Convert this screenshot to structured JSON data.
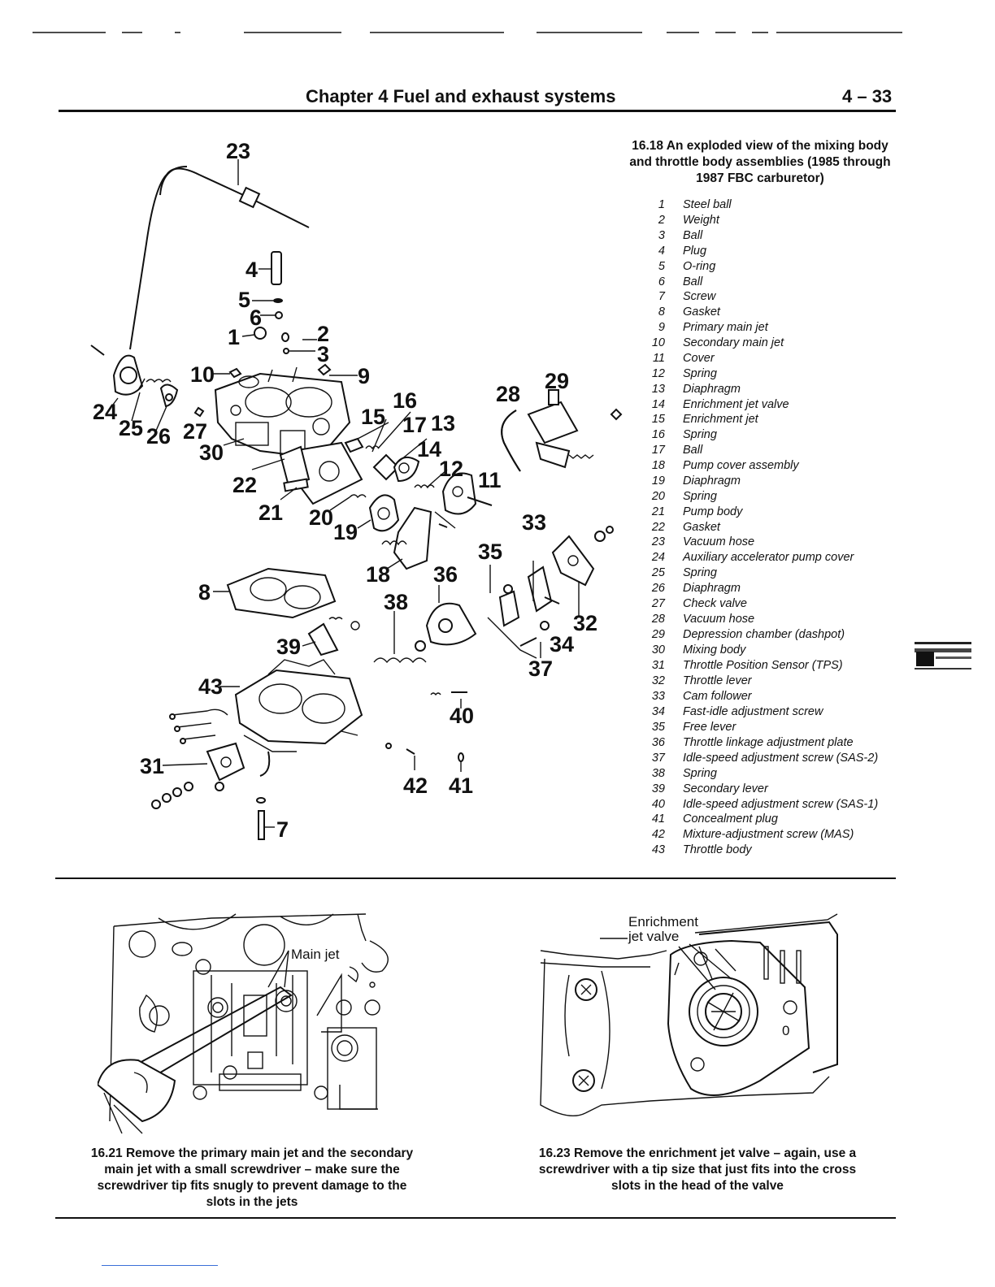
{
  "header": {
    "chapter": "Chapter 4   Fuel and exhaust systems",
    "page": "4 – 33"
  },
  "figure_16_18": {
    "caption_lines": [
      "16.18  An exploded view of the mixing body",
      "and throttle body assemblies (1985 through",
      "1987 FBC carburetor)"
    ],
    "legend": [
      {
        "num": "1",
        "text": "Steel ball"
      },
      {
        "num": "2",
        "text": "Weight"
      },
      {
        "num": "3",
        "text": "Ball"
      },
      {
        "num": "4",
        "text": "Plug"
      },
      {
        "num": "5",
        "text": "O-ring"
      },
      {
        "num": "6",
        "text": "Ball"
      },
      {
        "num": "7",
        "text": "Screw"
      },
      {
        "num": "8",
        "text": "Gasket"
      },
      {
        "num": "9",
        "text": "Primary main jet"
      },
      {
        "num": "10",
        "text": "Secondary main jet"
      },
      {
        "num": "11",
        "text": "Cover"
      },
      {
        "num": "12",
        "text": "Spring"
      },
      {
        "num": "13",
        "text": "Diaphragm"
      },
      {
        "num": "14",
        "text": "Enrichment jet valve"
      },
      {
        "num": "15",
        "text": "Enrichment jet"
      },
      {
        "num": "16",
        "text": "Spring"
      },
      {
        "num": "17",
        "text": "Ball"
      },
      {
        "num": "18",
        "text": "Pump cover assembly"
      },
      {
        "num": "19",
        "text": "Diaphragm"
      },
      {
        "num": "20",
        "text": "Spring"
      },
      {
        "num": "21",
        "text": "Pump body"
      },
      {
        "num": "22",
        "text": "Gasket"
      },
      {
        "num": "23",
        "text": "Vacuum hose"
      },
      {
        "num": "24",
        "text": "Auxiliary accelerator pump cover"
      },
      {
        "num": "25",
        "text": "Spring"
      },
      {
        "num": "26",
        "text": "Diaphragm"
      },
      {
        "num": "27",
        "text": "Check valve"
      },
      {
        "num": "28",
        "text": "Vacuum hose"
      },
      {
        "num": "29",
        "text": "Depression chamber (dashpot)"
      },
      {
        "num": "30",
        "text": "Mixing body"
      },
      {
        "num": "31",
        "text": "Throttle Position Sensor (TPS)"
      },
      {
        "num": "32",
        "text": "Throttle lever"
      },
      {
        "num": "33",
        "text": "Cam follower"
      },
      {
        "num": "34",
        "text": "Fast-idle adjustment screw"
      },
      {
        "num": "35",
        "text": "Free lever"
      },
      {
        "num": "36",
        "text": "Throttle linkage adjustment plate"
      },
      {
        "num": "37",
        "text": "Idle-speed adjustment screw (SAS-2)"
      },
      {
        "num": "38",
        "text": "Spring"
      },
      {
        "num": "39",
        "text": "Secondary lever"
      },
      {
        "num": "40",
        "text": "Idle-speed adjustment screw (SAS-1)"
      },
      {
        "num": "41",
        "text": "Concealment plug"
      },
      {
        "num": "42",
        "text": "Mixture-adjustment screw (MAS)"
      },
      {
        "num": "43",
        "text": "Throttle body"
      }
    ],
    "callouts": {
      "c1": "1",
      "c2": "2",
      "c3": "3",
      "c4": "4",
      "c5": "5",
      "c6": "6",
      "c7": "7",
      "c8": "8",
      "c9": "9",
      "c10": "10",
      "c11": "11",
      "c12": "12",
      "c13": "13",
      "c14": "14",
      "c15": "15",
      "c16": "16",
      "c17": "17",
      "c18": "18",
      "c19": "19",
      "c20": "20",
      "c21": "21",
      "c22": "22",
      "c23": "23",
      "c24": "24",
      "c25": "25",
      "c26": "26",
      "c27": "27",
      "c28": "28",
      "c29": "29",
      "c30": "30",
      "c31": "31",
      "c32": "32",
      "c33": "33",
      "c34": "34",
      "c35": "35",
      "c36": "36",
      "c37": "37",
      "c38": "38",
      "c39": "39",
      "c40": "40",
      "c41": "41",
      "c42": "42",
      "c43": "43"
    }
  },
  "figure_16_21": {
    "label": "Main jet",
    "caption_lines": [
      "16.21  Remove the primary main jet and the secondary",
      "main jet with a small screwdriver – make sure the",
      "screwdriver tip fits snugly to prevent damage to the",
      "slots in the jets"
    ]
  },
  "figure_16_23": {
    "label_lines": [
      "Enrichment",
      "jet valve"
    ],
    "caption_lines": [
      "16.23  Remove the enrichment jet valve – again, use a",
      "screwdriver with a tip size that just fits into the cross",
      "slots in the head of the valve"
    ]
  }
}
